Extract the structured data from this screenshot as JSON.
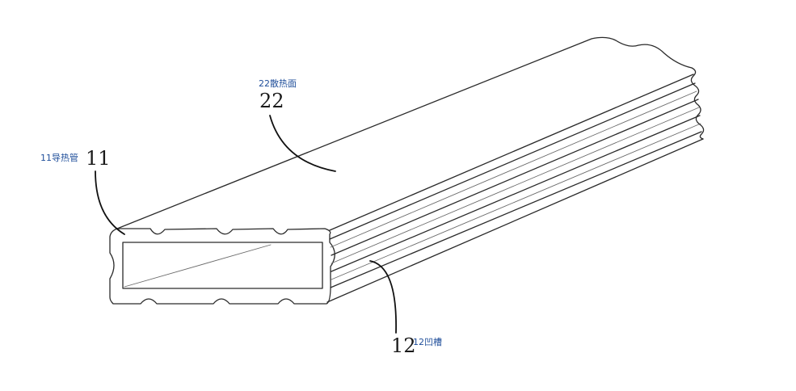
{
  "labels": {
    "heat_pipe": {
      "number": "11",
      "caption": "11导热管"
    },
    "heat_surface": {
      "number": "22",
      "caption": "22散热面"
    },
    "groove": {
      "number": "12",
      "caption": "12凹槽"
    }
  },
  "colors": {
    "line": "#2a2a2a",
    "caption": "#1f4e9a",
    "background": "#ffffff"
  }
}
